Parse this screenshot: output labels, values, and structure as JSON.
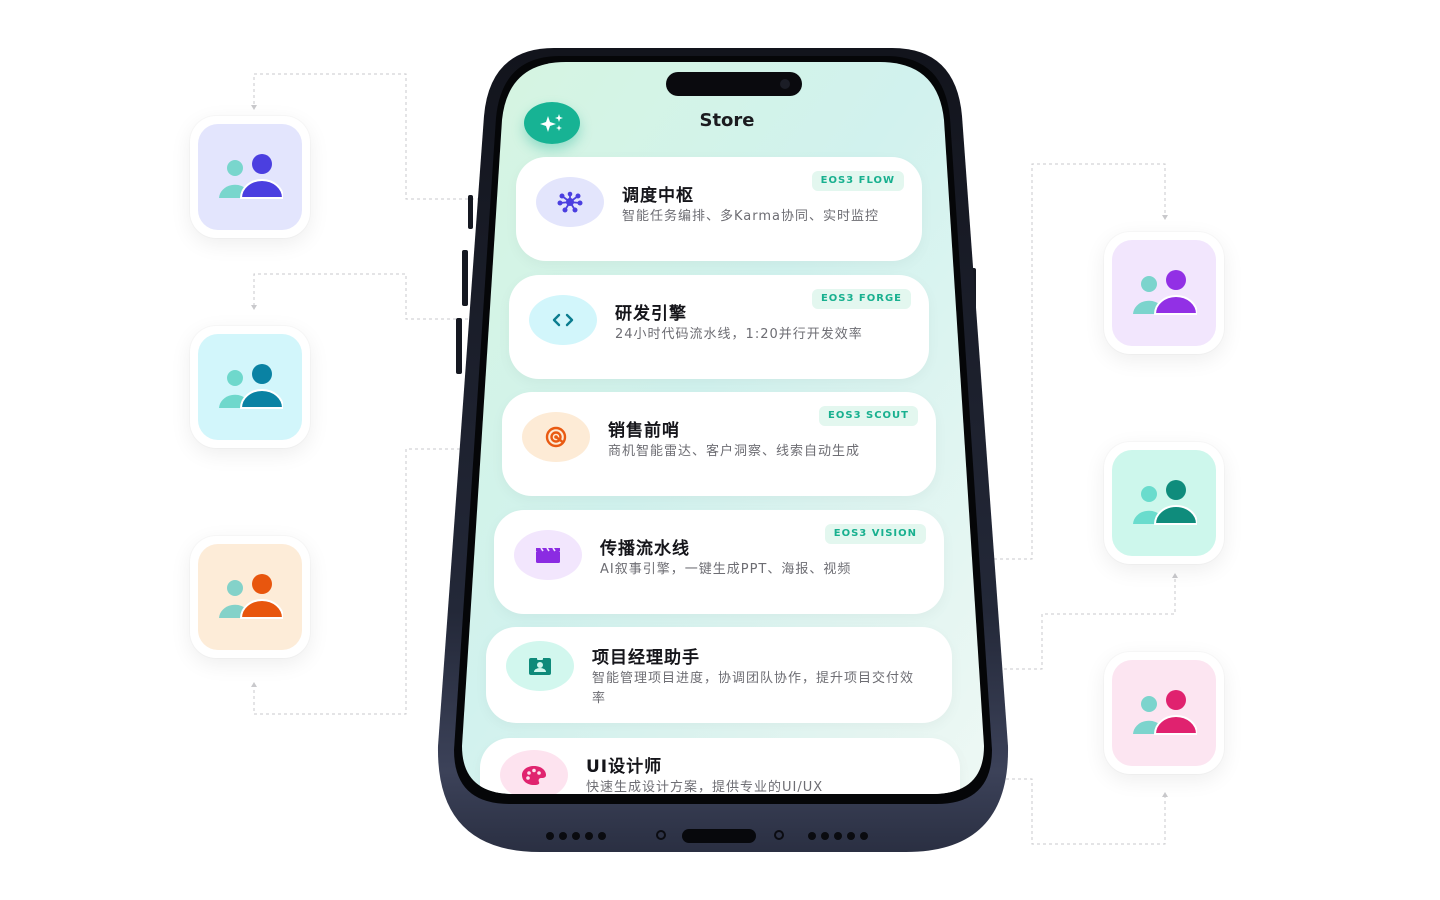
{
  "screen": {
    "title": "Store",
    "header_icon": "sparkles-icon",
    "accent_color": "#17b394"
  },
  "cards": [
    {
      "title": "调度中枢",
      "description": "智能任务编排、多Karma协同、实时监控",
      "badge": "EOS3 FLOW",
      "icon": "network-hub-icon",
      "icon_color": "#4b3fe0",
      "icon_bg": "#e3e5fc"
    },
    {
      "title": "研发引擎",
      "description": "24小时代码流水线，1:20并行开发效率",
      "badge": "EOS3 FORGE",
      "icon": "code-brackets-icon",
      "icon_color": "#0b7d8f",
      "icon_bg": "#d2f6fb"
    },
    {
      "title": "销售前哨",
      "description": "商机智能雷达、客户洞察、线索自动生成",
      "badge": "EOS3 SCOUT",
      "icon": "radar-target-icon",
      "icon_color": "#e95a12",
      "icon_bg": "#fdebd6"
    },
    {
      "title": "传播流水线",
      "description": "AI叙事引擎，一键生成PPT、海报、视频",
      "badge": "EOS3 VISION",
      "icon": "clapperboard-icon",
      "icon_color": "#8b2be2",
      "icon_bg": "#f2e6fd"
    },
    {
      "title": "项目经理助手",
      "description": "智能管理项目进度，协调团队协作，提升项目交付效率",
      "badge": "",
      "icon": "badge-id-icon",
      "icon_color": "#0f8a7a",
      "icon_bg": "#d2f7ee"
    },
    {
      "title": "UI设计师",
      "description": "快速生成设计方案，提供专业的UI/UX",
      "badge": "",
      "icon": "palette-icon",
      "icon_color": "#e0246f",
      "icon_bg": "#fde3ef"
    }
  ],
  "side_tiles": {
    "left": [
      {
        "icon": "users-icon",
        "bg": "#e3e5fd",
        "primary": "#4b3fe0",
        "secondary": "#79d6cd"
      },
      {
        "icon": "users-icon",
        "bg": "#d2f6fb",
        "primary": "#0a82a3",
        "secondary": "#6fd8cc"
      },
      {
        "icon": "users-icon",
        "bg": "#fdecd8",
        "primary": "#e8560e",
        "secondary": "#84d2c9"
      }
    ],
    "right": [
      {
        "icon": "users-icon",
        "bg": "#f2e6fd",
        "primary": "#9230e5",
        "secondary": "#7cd4cd"
      },
      {
        "icon": "users-icon",
        "bg": "#cdf7ec",
        "primary": "#0f8c7c",
        "secondary": "#6adccd"
      },
      {
        "icon": "users-icon",
        "bg": "#fce5f1",
        "primary": "#e0226f",
        "secondary": "#7cd4cd"
      }
    ]
  }
}
